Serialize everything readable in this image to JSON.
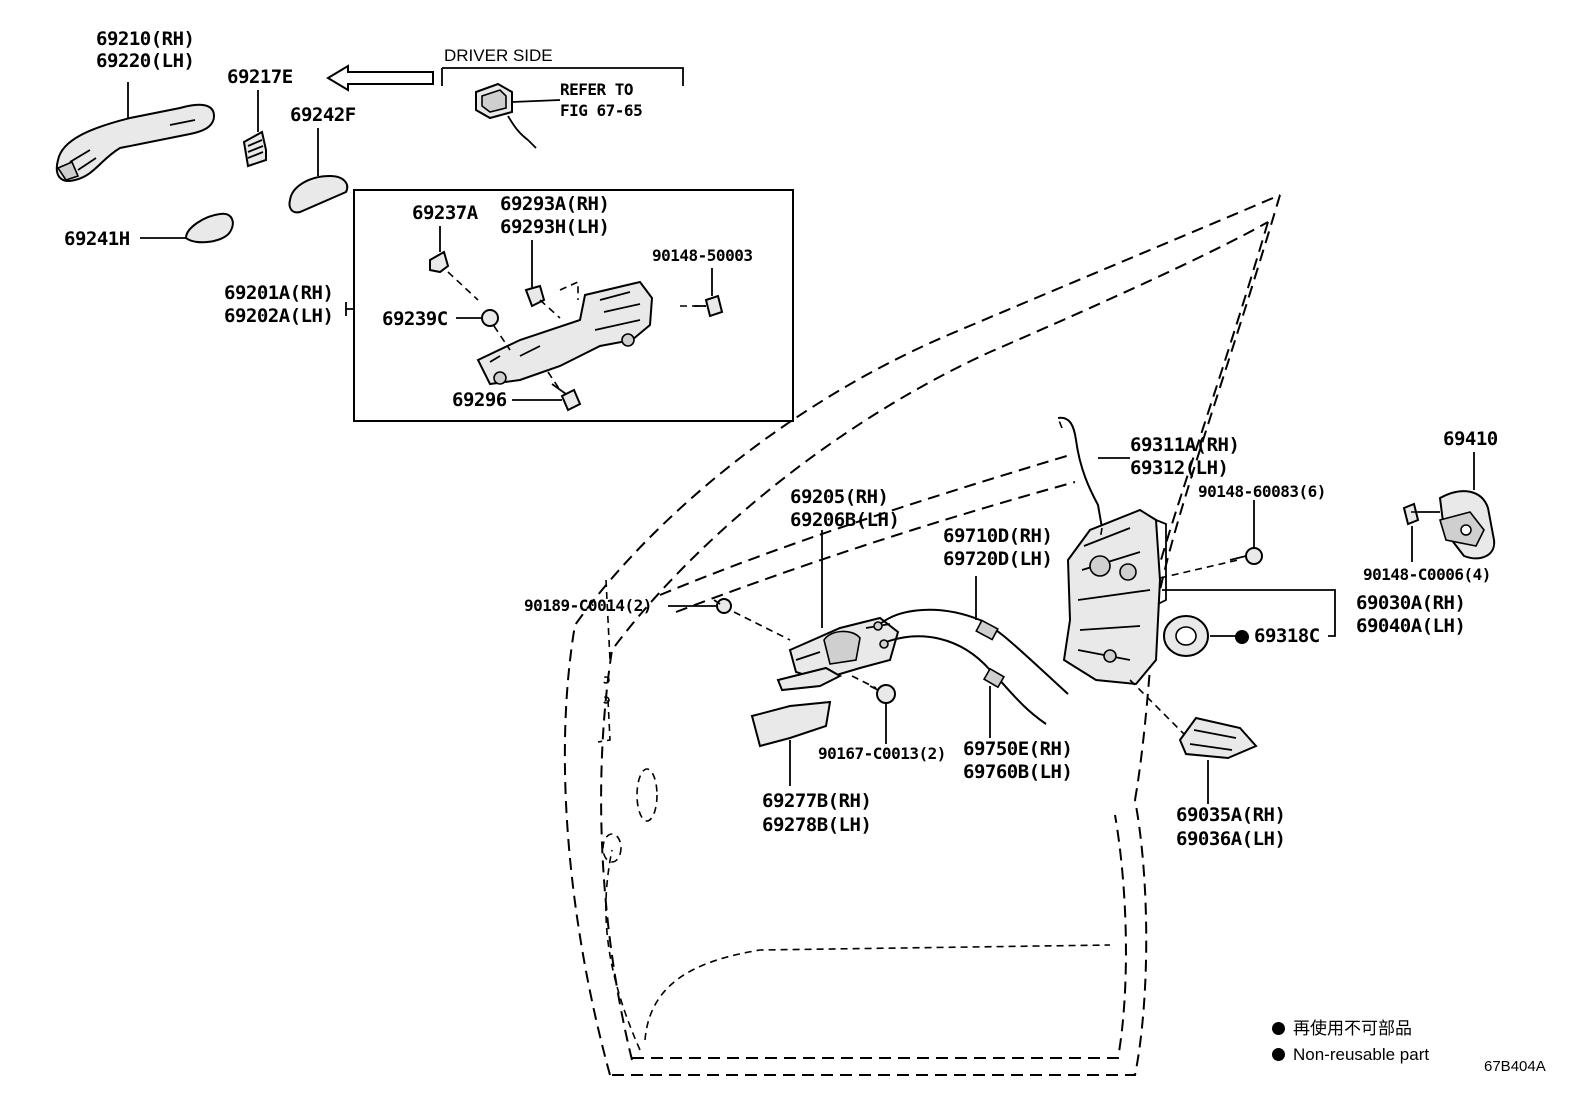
{
  "diagram": {
    "driver_side": "DRIVER SIDE",
    "refer_line1": "REFER TO",
    "refer_line2": "FIG 67-65",
    "figure_code": "67B404A",
    "legend": {
      "jp": "再使用不可部品",
      "en": "Non-reusable part"
    },
    "labels": {
      "p69210": "69210(RH)",
      "p69220": "69220(LH)",
      "p69217E": "69217E",
      "p69242F": "69242F",
      "p69241H": "69241H",
      "p69201A": "69201A(RH)",
      "p69202A": "69202A(LH)",
      "p69237A": "69237A",
      "p69293A": "69293A(RH)",
      "p69293H": "69293H(LH)",
      "p90148_50003": "90148-50003",
      "p69239C": "69239C",
      "p69296": "69296",
      "p69311A": "69311A(RH)",
      "p69312": "69312(LH)",
      "p90148_60083": "90148-60083(6)",
      "p69410": "69410",
      "p90148_C0006": "90148-C0006(4)",
      "p69205": "69205(RH)",
      "p69206B": "69206B(LH)",
      "p69710D": "69710D(RH)",
      "p69720D": "69720D(LH)",
      "p90189_C0014": "90189-C0014(2)",
      "p69030A": "69030A(RH)",
      "p69040A": "69040A(LH)",
      "p69318C": "69318C",
      "p90167_C0013": "90167-C0013(2)",
      "p69750E": "69750E(RH)",
      "p69760B": "69760B(LH)",
      "p69277B": "69277B(RH)",
      "p69278B": "69278B(LH)",
      "p69035A": "69035A(RH)",
      "p69036A": "69036A(LH)"
    }
  }
}
